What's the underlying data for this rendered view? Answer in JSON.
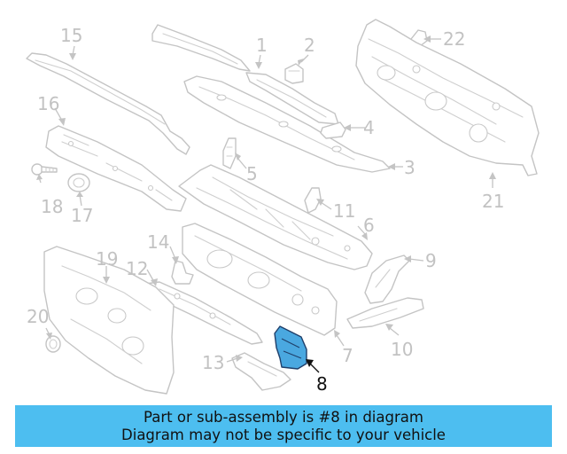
{
  "diagram": {
    "highlighted_part": "8",
    "callouts": [
      "1",
      "2",
      "3",
      "4",
      "5",
      "6",
      "7",
      "8",
      "9",
      "10",
      "11",
      "12",
      "13",
      "14",
      "15",
      "16",
      "17",
      "18",
      "19",
      "20",
      "21",
      "22"
    ]
  },
  "banner": {
    "line1": "Part or sub-assembly is #8 in diagram",
    "line2": "Diagram may not be specific to your vehicle",
    "color": "#4dbef0"
  },
  "colors": {
    "highlight_fill": "#4aa8e0",
    "line_art": "#c4c4c4"
  }
}
